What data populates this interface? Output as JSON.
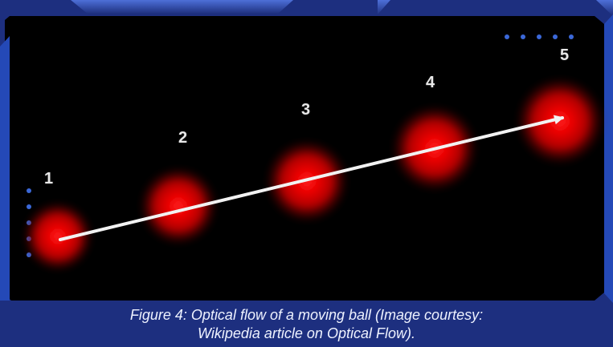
{
  "figure": {
    "ball_labels": [
      "1",
      "2",
      "3",
      "4",
      "5"
    ],
    "caption_line1": "Figure 4: Optical flow of a moving ball (Image courtesy:",
    "caption_line2": "Wikipedia article on Optical Flow)."
  },
  "colors": {
    "frame_blue": "#1d2f7f",
    "frame_light_blue": "#3759c2",
    "panel_black": "#000000",
    "ball_red": "#ff0000",
    "arrow_white": "#f2f2f2"
  }
}
